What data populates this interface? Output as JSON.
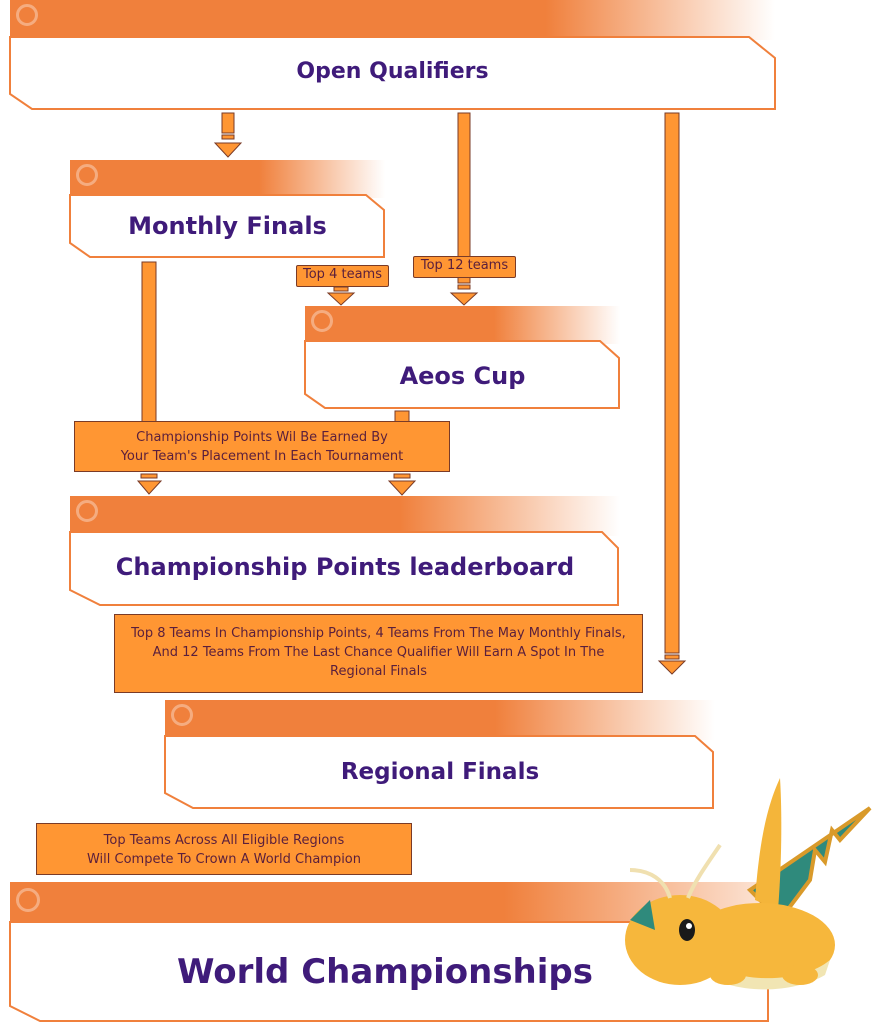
{
  "stages": {
    "open_qualifiers": "Open Qualifiers",
    "monthly_finals": "Monthly Finals",
    "aeos_cup": "Aeos Cup",
    "points_leaderboard": "Championship Points leaderboard",
    "regional_finals": "Regional Finals",
    "world_championships": "World Championships"
  },
  "tags": {
    "top4": "Top 4 teams",
    "top12": "Top 12 teams"
  },
  "notes": {
    "points_line1": "Championship Points Wil Be Earned By",
    "points_line2": "Your Team's Placement In Each Tournament",
    "regional_line1": "Top 8 Teams In Championship Points, 4 Teams From The May Monthly Finals,",
    "regional_line2": "And 12 Teams From The Last Chance Qualifier Will Earn A Spot In The",
    "regional_line3": "Regional Finals",
    "worlds_line1": "Top Teams Across All Eligible Regions",
    "worlds_line2": "Will Compete To Crown A World Champion"
  },
  "colors": {
    "orange": "#f0803c",
    "orange_light": "#ff9633",
    "purple_text": "#3f1b7a",
    "dark_outline": "#7a3b27"
  },
  "icons": {
    "mascot": "dragonite-illustration",
    "header_badge": "pokeball-icon"
  }
}
